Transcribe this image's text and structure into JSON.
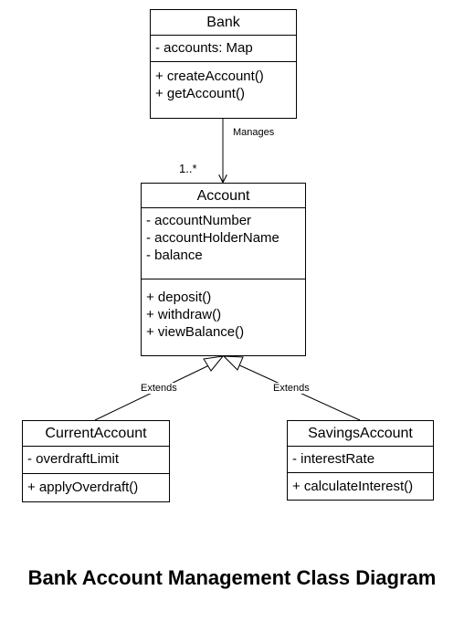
{
  "classes": {
    "bank": {
      "name": "Bank",
      "attributes": [
        "- accounts: Map"
      ],
      "operations": [
        "+ createAccount()",
        "+ getAccount()"
      ]
    },
    "account": {
      "name": "Account",
      "attributes": [
        "- accountNumber",
        "- accountHolderName",
        "- balance"
      ],
      "operations": [
        "+ deposit()",
        "+ withdraw()",
        "+ viewBalance()"
      ]
    },
    "current_account": {
      "name": "CurrentAccount",
      "attributes": [
        "- overdraftLimit"
      ],
      "operations": [
        "+ applyOverdraft()"
      ]
    },
    "savings_account": {
      "name": "SavingsAccount",
      "attributes": [
        "- interestRate"
      ],
      "operations": [
        "+ calculateInterest()"
      ]
    }
  },
  "relations": {
    "manages_label": "Manages",
    "manages_multiplicity": "1..*",
    "extends_current_label": "Extends",
    "extends_savings_label": "Extends"
  },
  "title": "Bank Account Management Class Diagram"
}
